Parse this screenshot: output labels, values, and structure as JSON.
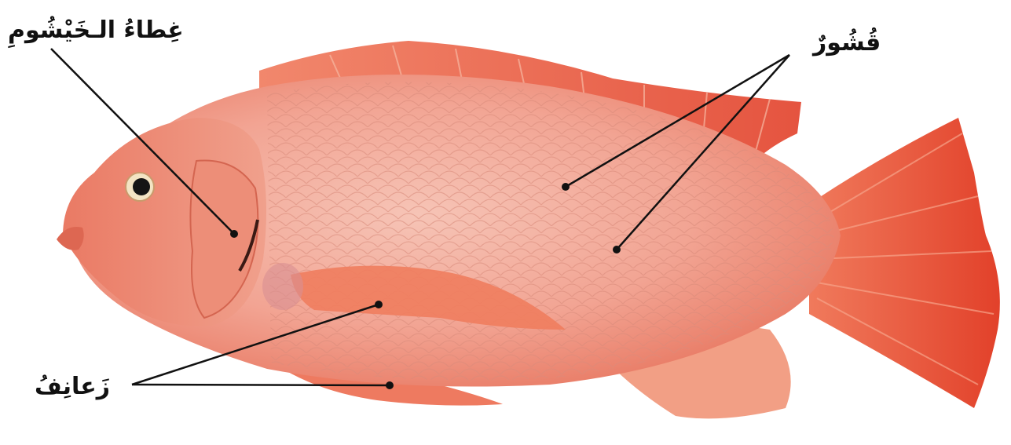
{
  "labels": {
    "gill_cover": "غِطاءُ الـخَيْشُومِ",
    "scales": "قُشُورٌ",
    "fins": "زَعانِفُ"
  },
  "colors": {
    "fish_body": "#f2a493",
    "fish_fin": "#ee6a4e",
    "leader_line": "#111111"
  }
}
